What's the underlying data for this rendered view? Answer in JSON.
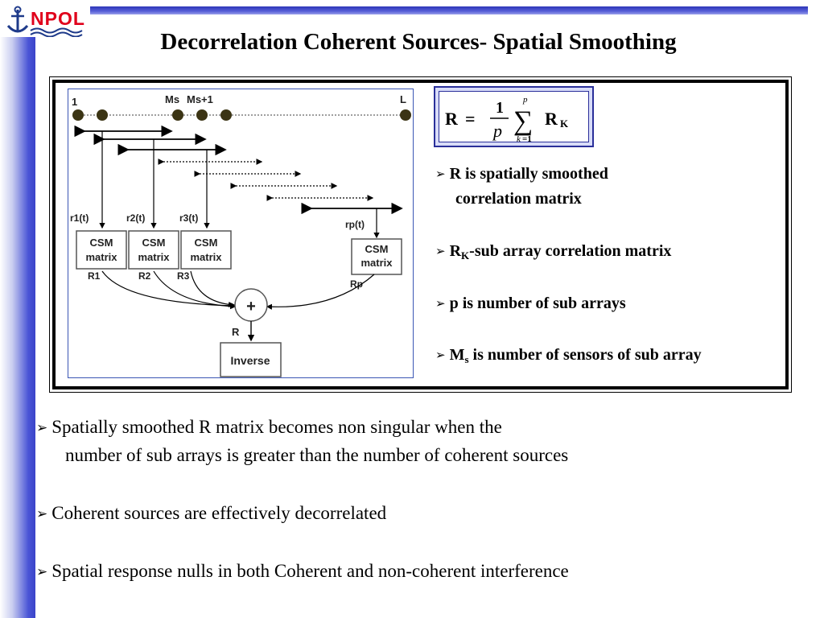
{
  "logo": {
    "text": "NPOL"
  },
  "title": "Decorrelation Coherent Sources- Spatial Smoothing",
  "diagram": {
    "sensor_labels": {
      "first": "1",
      "ms": "Ms",
      "ms_plus_one": "Ms+1",
      "last": "L"
    },
    "signal_labels": [
      "r1(t)",
      "r2(t)",
      "r3(t)",
      "rp(t)"
    ],
    "csm_label_line1": "CSM",
    "csm_label_line2": "matrix",
    "matrix_labels": [
      "R1",
      "R2",
      "R3",
      "Rp"
    ],
    "sum_symbol": "+",
    "output_label": "R",
    "inverse_label": "Inverse"
  },
  "formula": {
    "lhs": "R",
    "equals": "=",
    "numerator": "1",
    "denominator": "p",
    "sum_upper": "p",
    "sum_lower": "k",
    "sum_lower_eq": "=1",
    "sum_sign": "∑",
    "term": "R",
    "term_sub": "K"
  },
  "side_points": {
    "p1_line1": "R is spatially smoothed",
    "p1_line2": "correlation matrix",
    "p2_main": "R",
    "p2_sub": "K",
    "p2_rest": "-sub array correlation matrix",
    "p3": "p is number of sub arrays",
    "p4_main": "M",
    "p4_sub": "s",
    "p4_rest": " is number of sensors of sub  array"
  },
  "main_points": {
    "b1_line1": "Spatially smoothed R matrix becomes non singular when the",
    "b1_line2": "number of sub arrays is greater than the number of coherent sources",
    "b2": "Coherent sources are effectively decorrelated",
    "b3": "Spatial response nulls in both Coherent and non-coherent interference"
  },
  "bullet_glyph": "➢",
  "colors": {
    "logo_red": "#e0001b",
    "accent_blue": "#3a44c9",
    "sensor_fill": "#3b3414",
    "formula_border": "#2a2f9a"
  }
}
